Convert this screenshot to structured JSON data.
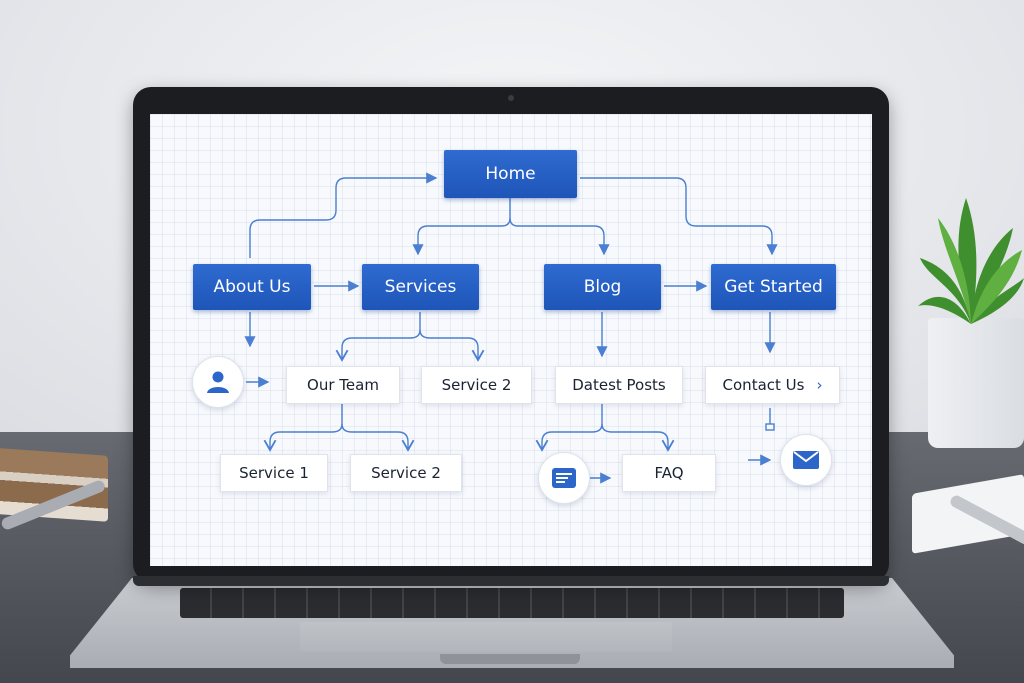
{
  "sitemap": {
    "home": "Home",
    "level1": {
      "about": "About Us",
      "services": "Services",
      "blog": "Blog",
      "get_started": "Get Started"
    },
    "level2": {
      "our_team": "Our Team",
      "service_2": "Service 2",
      "latest_posts": "Datest Posts",
      "contact_us": "Contact Us"
    },
    "level3": {
      "service_1": "Service 1",
      "service_2": "Service 2",
      "faq": "FAQ"
    }
  },
  "icons": {
    "user": "user-icon",
    "document": "document-icon",
    "mail": "mail-icon",
    "chevron": "chevron-right-icon"
  },
  "colors": {
    "primary_blue": "#2562c6",
    "connector": "#4a7fd1"
  }
}
